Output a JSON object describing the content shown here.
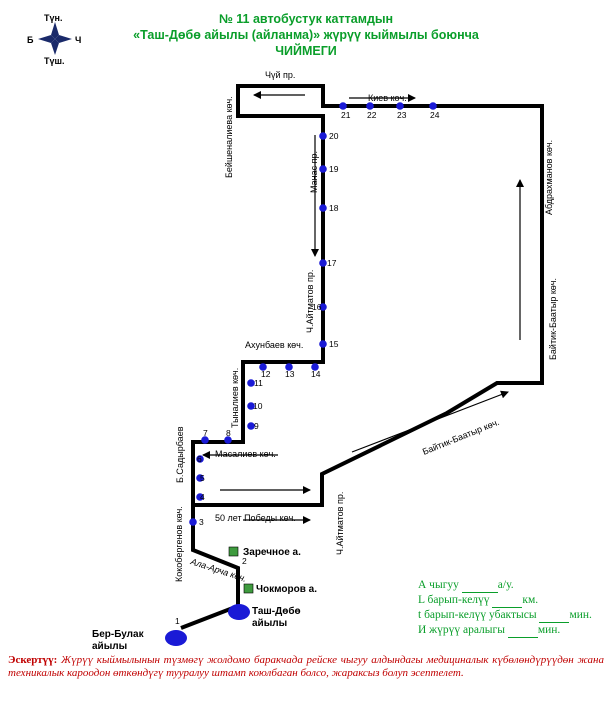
{
  "title": {
    "line1": "№ 11 автобустук каттамдын",
    "line2": "«Таш-Дөбө айылы (айланма)» жүрүү кыймылы боюнча",
    "line3": "ЧИЙМЕГИ"
  },
  "compass": {
    "north": "Түн.",
    "south": "Түш.",
    "west": "Б",
    "east": "Ч"
  },
  "streets": {
    "chui": "Чүй пр.",
    "beishenalieva": "Бейшеналиева көч.",
    "kiev": "Киев көч.",
    "abdrakhmanov": "Абдрахманов көч.",
    "manas": "Манас пр.",
    "aitmatov_upper": "Ч.Айтматов пр.",
    "baitik_vertical": "Байтик-Баатыр көч.",
    "baitik_diagonal": "Байтик-Баатыр көч.",
    "akhunbaev": "Ахунбаев көч.",
    "tynaliev": "Тыналиев көч.",
    "sadyrbaev": "Б.Садырбаев",
    "masaliev": "Масалиев көч.",
    "pobedy": "50 лет Победы көч.",
    "aitmatov_lower": "Ч.Айтматов пр.",
    "kokobergenov": "Кокобергенов көч.",
    "ala_archa": "Ала-Арча көч."
  },
  "places": {
    "zarechnoe": "Заречное а.",
    "chokmorov": "Чокморов а.",
    "tash_dobo": "Таш-Дөбө айылы",
    "ber_bulak": "Бер-Булак айылы"
  },
  "stops": [
    "1",
    "2",
    "3",
    "4",
    "5",
    "6",
    "7",
    "8",
    "9",
    "10",
    "11",
    "12",
    "13",
    "14",
    "15",
    "16",
    "17",
    "18",
    "19",
    "20",
    "21",
    "22",
    "23",
    "24"
  ],
  "legend": {
    "a_label": "А чыгуу",
    "a_unit": "а/у.",
    "l_label": "L барып-келүү",
    "l_unit": "км.",
    "t_label": "t барып-келүү убактысы",
    "t_unit": "мин.",
    "i_label": "И жүрүү аралыгы",
    "i_unit": "мин."
  },
  "note": {
    "label": "Эскертүү:",
    "text": "Жүрүү кыймылынын түзмөгү жолдомо баракчада рейске чыгуу алдындагы медициналык күбөлөндүрүүдөн жана техникалык кароодон өткөндүгү тууралуу штамп коюлбаган болсо, жараксыз болуп эсептелет."
  },
  "colors": {
    "route": "#000000",
    "stop": "#1a1ad6",
    "title": "#0a9e2a",
    "note": "#c00000",
    "place": "#3e9b3e"
  }
}
